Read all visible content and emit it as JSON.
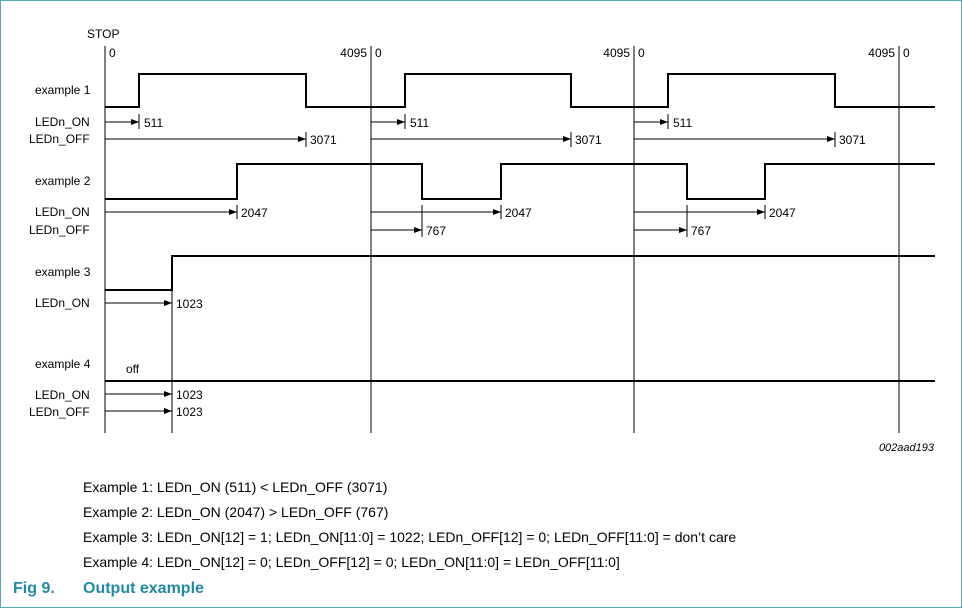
{
  "diagram": {
    "stop_label": "STOP",
    "period_start": "0",
    "period_end": "4095",
    "row_labels": {
      "example1": "example 1",
      "example2": "example 2",
      "example3": "example 3",
      "example4": "example 4",
      "on": "LEDn_ON",
      "off": "LEDn_OFF"
    },
    "values": {
      "ex1_on": "511",
      "ex1_off": "3071",
      "ex2_on": "2047",
      "ex2_off": "767",
      "ex3_on": "1023",
      "ex4_on": "1023",
      "ex4_off": "1023"
    },
    "off_label": "off",
    "image_code": "002aad193"
  },
  "notes": [
    "Example 1: LEDn_ON (511) < LEDn_OFF (3071)",
    "Example 2: LEDn_ON (2047) > LEDn_OFF (767)",
    "Example 3: LEDn_ON[12] = 1; LEDn_ON[11:0] = 1022; LEDn_OFF[12] = 0; LEDn_OFF[11:0] = don’t care",
    "Example 4: LEDn_ON[12] = 0; LEDn_OFF[12] = 0; LEDn_ON[11:0] = LEDn_OFF[11:0]"
  ],
  "figure": {
    "number": "Fig 9.",
    "title": "Output example"
  },
  "colors": {
    "accent": "#1f8aa8",
    "border": "#5aa7b8"
  }
}
